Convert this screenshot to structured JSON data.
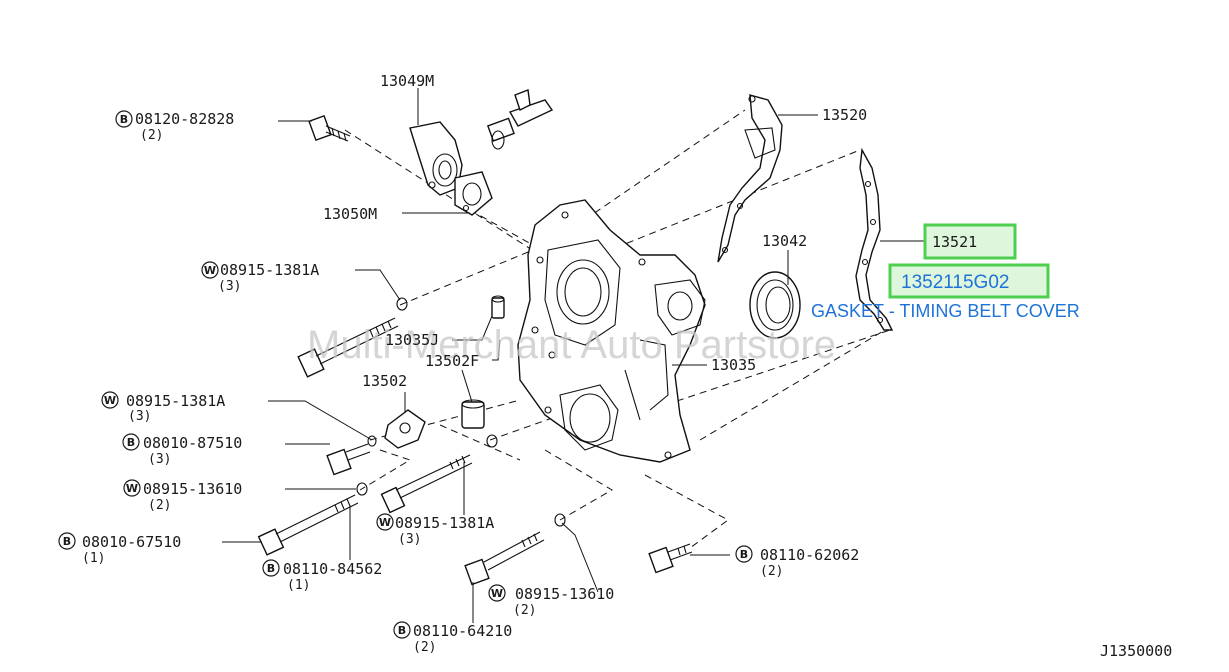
{
  "watermark": "Multi-Merchant Auto Partstore",
  "diagram_code": "J1350000",
  "selected": {
    "part_ref": "13521",
    "part_number": "1352115G02",
    "description": "GASKET - TIMING BELT COVER",
    "highlight_color": "#4fcf4f",
    "text_color": "#1f73d8"
  },
  "callouts": {
    "c13049m": "13049M",
    "c13050m": "13050M",
    "c13520": "13520",
    "c13042": "13042",
    "c13035j": "13035J",
    "c13502f": "13502F",
    "c13035": "13035",
    "c13502": "13502",
    "b1": {
      "marker": "B",
      "code": "08120-82828",
      "qty": "(2)"
    },
    "w1": {
      "marker": "W",
      "code": "08915-1381A",
      "qty": "(3)"
    },
    "w2": {
      "marker": "W",
      "code": "08915-1381A",
      "qty": "(3)"
    },
    "b2": {
      "marker": "B",
      "code": "08010-87510",
      "qty": "(3)"
    },
    "w3": {
      "marker": "W",
      "code": "08915-13610",
      "qty": "(2)"
    },
    "b3": {
      "marker": "B",
      "code": "08010-67510",
      "qty": "(1)"
    },
    "b4": {
      "marker": "B",
      "code": "08110-84562",
      "qty": "(1)"
    },
    "w4": {
      "marker": "W",
      "code": "08915-1381A",
      "qty": "(3)"
    },
    "w5": {
      "marker": "W",
      "code": "08915-13610",
      "qty": "(2)"
    },
    "b5": {
      "marker": "B",
      "code": "08110-64210",
      "qty": "(2)"
    },
    "b6": {
      "marker": "B",
      "code": "08110-62062",
      "qty": "(2)"
    }
  }
}
